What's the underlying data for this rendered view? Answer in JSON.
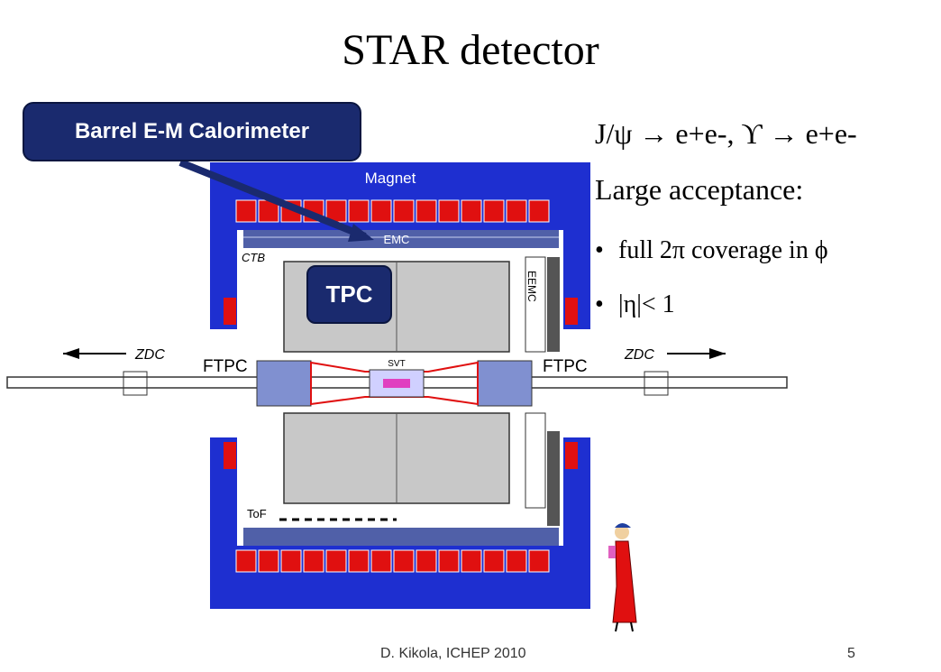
{
  "title": "STAR detector",
  "callouts": {
    "bemc": "Barrel E-M Calorimeter",
    "tpc": "TPC"
  },
  "diagram_labels": {
    "magnet": "Magnet",
    "emc": "EMC",
    "ctb": "CTB",
    "eemc": "EEMC",
    "zdc_left": "ZDC",
    "zdc_right": "ZDC",
    "ftpc_left": "FTPC",
    "ftpc_right": "FTPC",
    "svt": "SVT",
    "tof": "ToF"
  },
  "physics": {
    "decays": "J/ψ → e+e-, ϒ → e+e-",
    "acceptance_heading": "Large acceptance:",
    "bullets": [
      "full 2π coverage in ϕ",
      "|η|< 1"
    ]
  },
  "footer": {
    "author": "D. Kikola, ICHEP 2010",
    "page": "5"
  },
  "colors": {
    "callout_bg": "#1a2a6e",
    "magnet_blue": "#1e2fd0",
    "magnet_red": "#e01010"
  }
}
